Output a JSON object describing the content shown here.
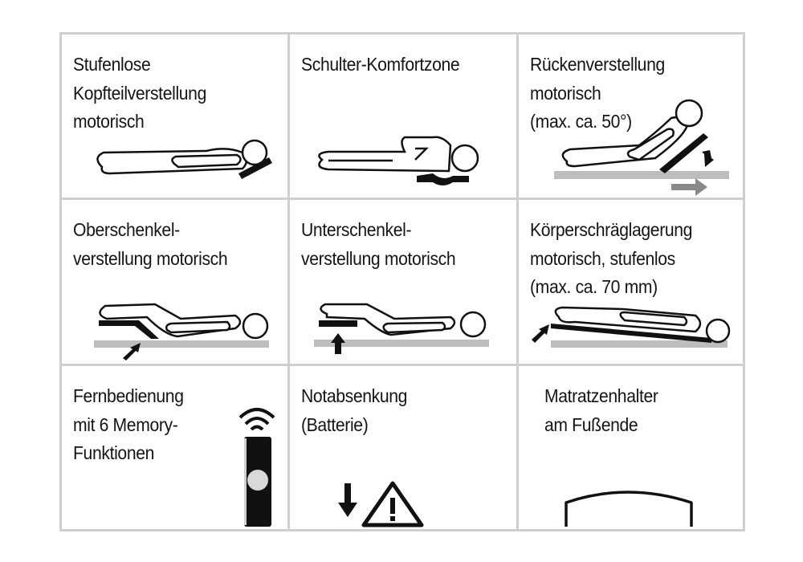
{
  "features": [
    {
      "id": "kopfteil",
      "label": "Stufenlose\nKopfteilverstellung\nmotorisch",
      "icon": "bed-head-adjust-icon"
    },
    {
      "id": "schulter",
      "label": "Schulter-Komfortzone",
      "icon": "shoulder-comfort-zone-icon"
    },
    {
      "id": "ruecken",
      "label": "Rückenverstellung\nmotorisch\n(max. ca. 50°)",
      "icon": "back-adjust-icon"
    },
    {
      "id": "oberschenkel",
      "label": "Oberschenkel-\nverstellung motorisch",
      "icon": "thigh-adjust-icon"
    },
    {
      "id": "unterschenkel",
      "label": "Unterschenkel-\nverstellung motorisch",
      "icon": "lower-leg-adjust-icon"
    },
    {
      "id": "koerperschraeg",
      "label": "Körperschräglagerung\nmotorisch, stufenlos\n(max. ca. 70 mm)",
      "icon": "body-tilt-icon"
    },
    {
      "id": "fernbedienung",
      "label": "Fernbedienung\nmit 6 Memory-\nFunktionen",
      "icon": "remote-control-icon"
    },
    {
      "id": "notabsenkung",
      "label": "Notabsenkung\n(Batterie)",
      "icon": "emergency-lowering-warning-icon"
    },
    {
      "id": "matratzenhalter",
      "label": "Matratzenhalter\nam Fußende",
      "icon": "mattress-holder-icon"
    }
  ],
  "colors": {
    "border": "#cfcfcf",
    "text": "#141414",
    "icon": "#111111",
    "base": "#bdbdbd",
    "arrow_gray": "#8a8a8a"
  }
}
